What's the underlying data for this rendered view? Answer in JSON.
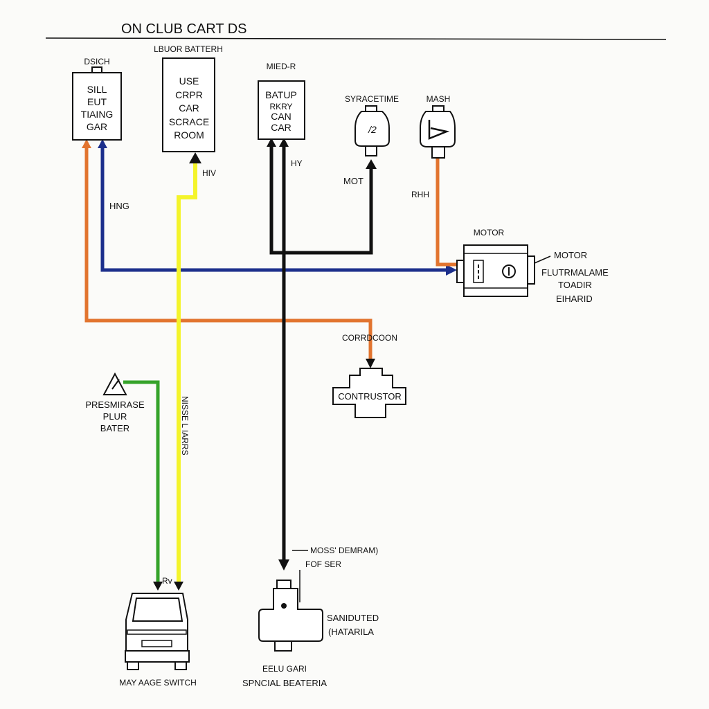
{
  "title": "ON CLUB CART DS",
  "components": {
    "dsich": {
      "top": "DSICH",
      "lines": [
        "SILL",
        "EUT",
        "TIAING",
        "GAR"
      ]
    },
    "lbuor": {
      "top": "LBUOR BATTERH",
      "lines": [
        "USE",
        "CRPR",
        "CAR",
        "SCRACE",
        "ROOM"
      ]
    },
    "mied": {
      "top": "MIED-R",
      "lines": [
        "BATUP",
        "RKRY",
        "CAN",
        "CAR"
      ]
    },
    "syracetime": {
      "top": "SYRACETIME",
      "glyph": "/2"
    },
    "mash": {
      "top": "MASH"
    },
    "motor": {
      "top": "MOTOR",
      "side": [
        "MOTOR",
        "FLUTRMALAME",
        "TOADIR",
        "EIHARID"
      ]
    },
    "contrustor": {
      "top": "CORRDCOON",
      "label": "CONTRUSTOR"
    },
    "presmirase": {
      "lines": [
        "PRESMIRASE",
        "PLUR",
        "BATER"
      ]
    },
    "mayage": {
      "label": "MAY AAGE SWITCH"
    },
    "sanduted": {
      "top": [
        "MOSS' DEMRAM)",
        "FOF SER"
      ],
      "side": [
        "SANIDUTED",
        "(HATARILA"
      ],
      "bottom": [
        "EELU GARI",
        "SPNCIAL BEATERIA"
      ]
    }
  },
  "wire_labels": {
    "hng": "HNG",
    "hiv": "HIV",
    "hy": "HY",
    "mot": "MOT",
    "rhh": "RHH",
    "vertical": "NISSE L IARRS",
    "rv": "Rv"
  },
  "colors": {
    "orange": "#e2742f",
    "blue": "#1c2f8c",
    "yellow": "#f4f42b",
    "black": "#111111",
    "green": "#35a32a"
  }
}
